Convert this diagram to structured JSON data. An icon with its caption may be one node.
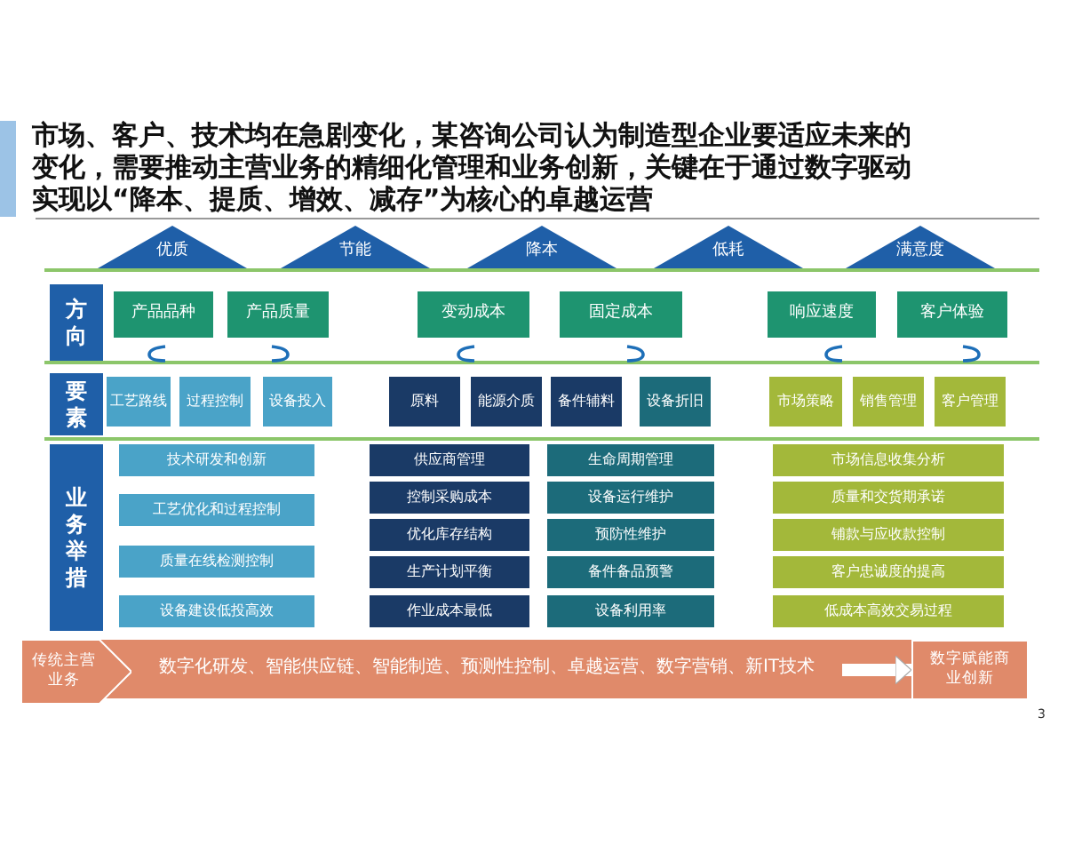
{
  "diagram": {
    "title": "市场、客户、技术均在急剧变化，某咨询公司认为制造型企业要适应未来的变化，需要推动主营业务的精细化管理和业务创新，关键在于通过数字驱动实现以“降本、提质、增效、减存”为核心的卓越运营",
    "nodes": [
      {
        "text": [
          "优质"
        ]
      },
      {
        "text": [
          "节能"
        ]
      },
      {
        "text": [
          "降本"
        ]
      },
      {
        "text": [
          "低耗"
        ]
      },
      {
        "text": [
          "满意度"
        ]
      },
      {
        "text": [
          "方向"
        ]
      },
      {
        "text": [
          "产品品种"
        ]
      },
      {
        "text": [
          "产品质量"
        ]
      },
      {
        "text": [
          "变动成本"
        ]
      },
      {
        "text": [
          "固定成本"
        ]
      },
      {
        "text": [
          "响应速度"
        ]
      },
      {
        "text": [
          "客户体验"
        ]
      },
      {
        "text": [
          "要素"
        ]
      },
      {
        "text": [
          "工艺路线"
        ]
      },
      {
        "text": [
          "过程控制"
        ]
      },
      {
        "text": [
          "设备投入"
        ]
      },
      {
        "text": [
          "原料"
        ]
      },
      {
        "text": [
          "能源介质"
        ]
      },
      {
        "text": [
          "备件辅料"
        ]
      },
      {
        "text": [
          "设备折旧"
        ]
      },
      {
        "text": [
          "市场策略"
        ]
      },
      {
        "text": [
          "销售管理"
        ]
      },
      {
        "text": [
          "客户管理"
        ]
      },
      {
        "text": [
          "业务举措"
        ]
      },
      {
        "text": [
          "技术研发和创新"
        ]
      },
      {
        "text": [
          "工艺优化和过程控制"
        ]
      },
      {
        "text": [
          "质量在线检测控制"
        ]
      },
      {
        "text": [
          "设备建设低投高效"
        ]
      },
      {
        "text": [
          "供应商管理"
        ]
      },
      {
        "text": [
          "控制采购成本"
        ]
      },
      {
        "text": [
          "优化库存结构"
        ]
      },
      {
        "text": [
          "生产计划平衡"
        ]
      },
      {
        "text": [
          "作业成本最低"
        ]
      },
      {
        "text": [
          "生命周期管理"
        ]
      },
      {
        "text": [
          "设备运行维护"
        ]
      },
      {
        "text": [
          "预防性维护"
        ]
      },
      {
        "text": [
          "备件备品预警"
        ]
      },
      {
        "text": [
          "设备利用率"
        ]
      },
      {
        "text": [
          "市场信息收集分析"
        ]
      },
      {
        "text": [
          "质量和交货期承诺"
        ]
      },
      {
        "text": [
          "铺款与应收款控制"
        ]
      },
      {
        "text": [
          "客户忠诚度的提高"
        ]
      },
      {
        "text": [
          "低成本高效交易过程"
        ]
      },
      {
        "text": [
          "传统主营业务"
        ]
      },
      {
        "text": [
          "数字化研发、智能供应链、智能制造、预测性控制、卓越运营、数字营销、新IT技术"
        ]
      },
      {
        "text": [
          "数字赋能商业创新"
        ]
      }
    ],
    "edges": [
      {
        "from": 44,
        "to": 45,
        "arrow": "to"
      }
    ],
    "labels": [
      "3"
    ]
  }
}
